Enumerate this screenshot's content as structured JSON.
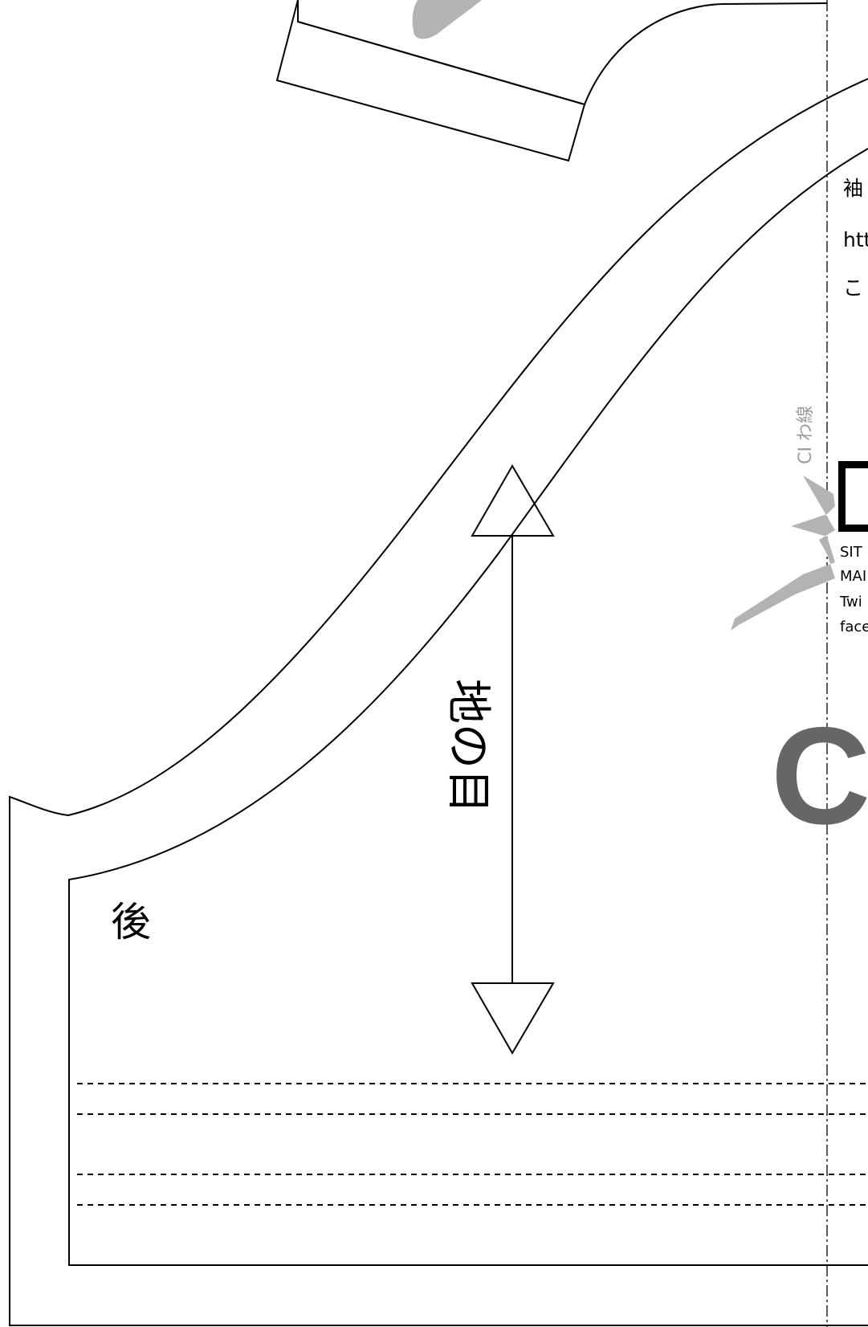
{
  "piece": {
    "label": "後",
    "grain_label": "地の目"
  },
  "fold_line": {
    "label": "CI わ線"
  },
  "info": {
    "line1": "袖",
    "line2": "htt",
    "line3": "こ",
    "site": "SIT",
    "mail": "MAI",
    "twitter": "Twi",
    "facebook": "face"
  },
  "watermark": {
    "letters": "Cl"
  },
  "colors": {
    "line": "#000000",
    "brush": "#b3b3b3",
    "watermark": "#666666",
    "fold_label": "#9a9a9a"
  }
}
